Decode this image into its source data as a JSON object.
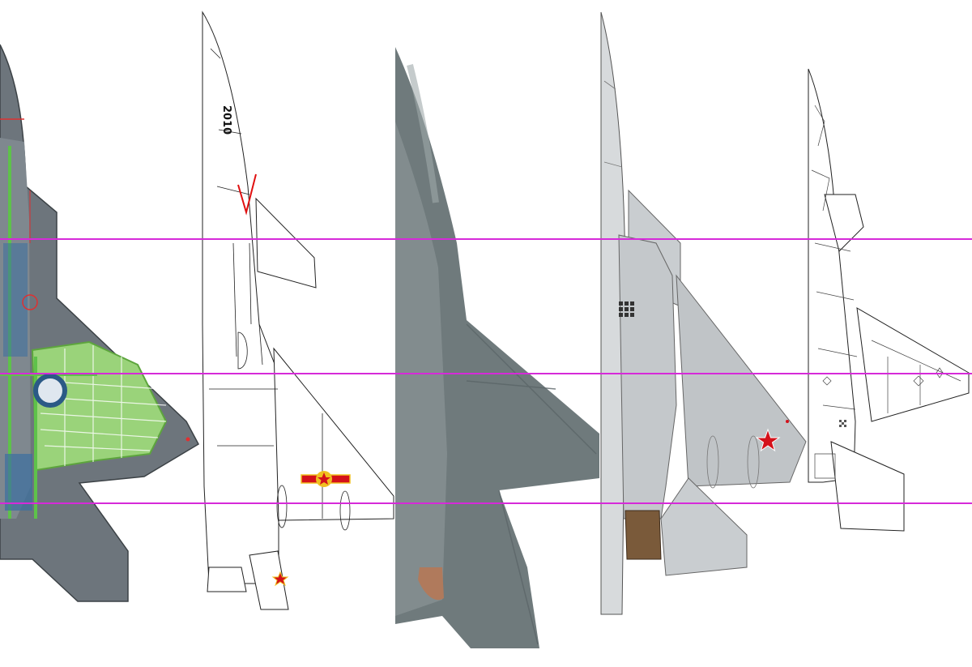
{
  "panels": [
    {
      "id": "cutaway",
      "style": "color-cutaway-drawing"
    },
    {
      "id": "lineart-jet",
      "style": "line-art",
      "serial_number": "2010",
      "insignia": "red-star-roundel-with-bars"
    },
    {
      "id": "photo",
      "style": "blurred-photograph"
    },
    {
      "id": "grey-render",
      "style": "grey-shaded-profile",
      "insignia": "red-star"
    },
    {
      "id": "panel-lines",
      "style": "panel-line-drawing"
    }
  ],
  "guide_lines": {
    "count": 3,
    "color": "#d62ad9"
  },
  "colors": {
    "guide": "#d62ad9",
    "cutaway_gray": "#6b737a",
    "cutaway_green": "#9ad37a",
    "cutaway_blue": "#3a6fa0",
    "photo_gray": "#6f7a7c",
    "render_gray": "#c9cdd0",
    "insignia_red": "#d4111a",
    "insignia_gold": "#f0c020"
  }
}
